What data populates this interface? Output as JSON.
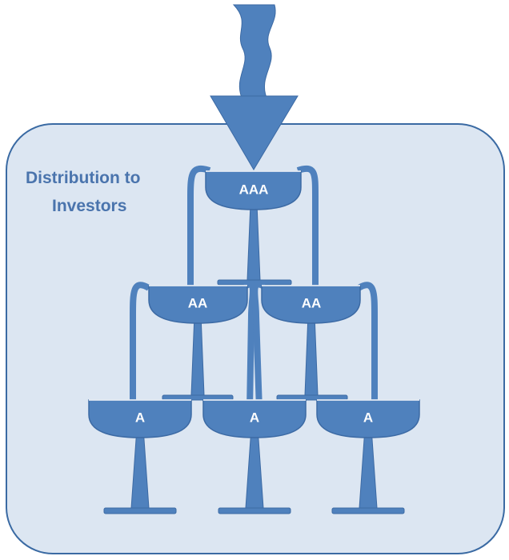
{
  "diagram": {
    "title_lines": [
      "Distribution to",
      "Investors"
    ],
    "tiers": {
      "top": [
        "AAA"
      ],
      "middle": [
        "AA",
        "AA"
      ],
      "bottom": [
        "A",
        "A",
        "A"
      ]
    }
  },
  "colors": {
    "panel_fill": "#dce6f2",
    "panel_stroke": "#3a6aa3",
    "shape_fill": "#4f81bd",
    "shape_stroke": "#3c6aa4",
    "title": "#4a74ad",
    "label": "#ffffff"
  }
}
